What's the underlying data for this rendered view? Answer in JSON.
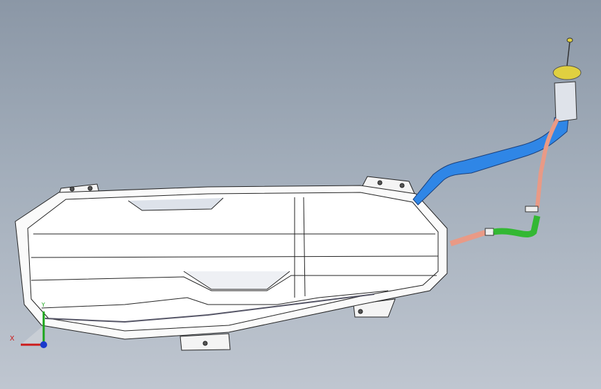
{
  "viewport": {
    "background_top": "#8b97a6",
    "background_bottom": "#bfc6d0"
  },
  "model": {
    "parts": [
      {
        "name": "fuel-tank",
        "color": "#ffffff"
      },
      {
        "name": "filler-neck",
        "color": "#2f86e6"
      },
      {
        "name": "vent-hose",
        "color": "#e99a86"
      },
      {
        "name": "connector-hose",
        "color": "#33b833"
      },
      {
        "name": "filler-cap-ring",
        "color": "#e0d040"
      }
    ]
  },
  "triad": {
    "x_label": "X",
    "y_label": "Y",
    "x_color": "#cc1a1a",
    "y_color": "#1aa51a",
    "z_color": "#1a3acc"
  }
}
